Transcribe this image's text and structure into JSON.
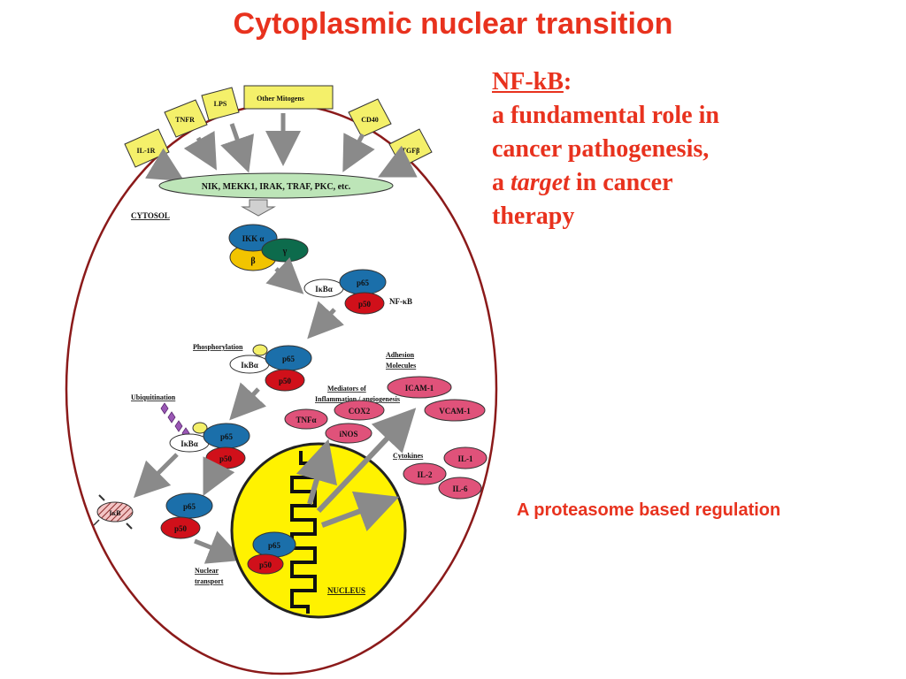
{
  "slide": {
    "title": "Cytoplasmic nuclear transition",
    "heading": "NF-kB",
    "heading_colon": ":",
    "body_line1": "a fundamental role in",
    "body_line2": "cancer pathogenesis,",
    "body_line3_pre": "a ",
    "body_line3_em": "target",
    "body_line3_post": " in cancer",
    "body_line4": "therapy",
    "footnote": "A proteasome based regulation"
  },
  "colors": {
    "accent": "#e8321e",
    "cell_membrane": "#8b1a1a",
    "receptor": "#f4f06a",
    "kinase_bar": "#bde5b8",
    "protein_blue": "#1b6faa",
    "protein_red": "#d0101a",
    "protein_yellow": "#f2c400",
    "protein_green": "#0d6b4c",
    "target_pink": "#e0527a",
    "nucleus": "#fff200"
  },
  "diagram": {
    "receptors": [
      "IL-1R",
      "TNFR",
      "LPS",
      "Other Mitogens",
      "CD40",
      "TGFβ"
    ],
    "kinases": "NIK, MEKK1, IRAK, TRAF, PKC, etc.",
    "cytosol": "CYTOSOL",
    "ikk_alpha": "IKK α",
    "ikk_beta": "β",
    "ikk_gamma": "γ",
    "ikba": "IκBα",
    "p65": "p65",
    "p50": "p50",
    "nfkb": "NF-κB",
    "phosphorylation": "Phosphorylation",
    "ubiquitination": "Ubiquitination",
    "degraded": "IκB",
    "nuclear_transport_1": "Nuclear",
    "nuclear_transport_2": "transport",
    "nucleus": "NUCLEUS",
    "adhesion_1": "Adhesion",
    "adhesion_2": "Molecules",
    "mediators_1": "Mediators of",
    "mediators_2": "Inflammation / angiogenesis",
    "cytokines": "Cytokines",
    "targets": {
      "icam": "ICAM-1",
      "vcam": "VCAM-1",
      "tnfa": "TNFα",
      "cox2": "COX2",
      "inos": "iNOS",
      "il1": "IL-1",
      "il2": "IL-2",
      "il6": "IL-6"
    }
  }
}
